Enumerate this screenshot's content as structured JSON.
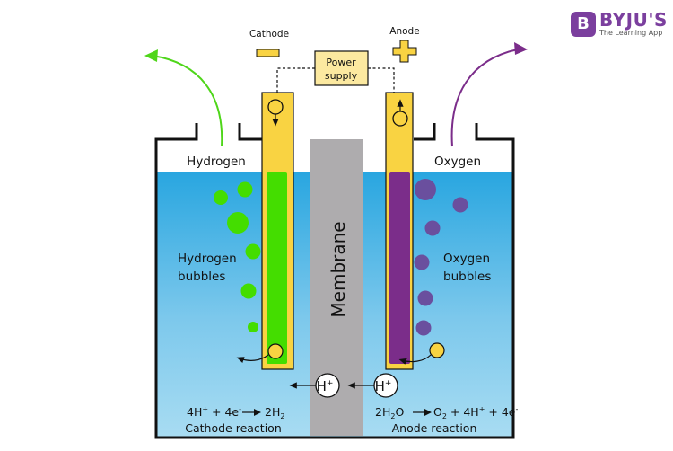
{
  "brand": {
    "mark": "B",
    "name": "BYJU'S",
    "tagline": "The Learning App",
    "color": "#7b3f9e"
  },
  "labels": {
    "cathode": "Cathode",
    "anode": "Anode",
    "power_supply_line1": "Power",
    "power_supply_line2": "supply",
    "hydrogen": "Hydrogen",
    "oxygen": "Oxygen",
    "hydrogen_bubbles_line1": "Hydrogen",
    "hydrogen_bubbles_line2": "bubbles",
    "oxygen_bubbles_line1": "Oxygen",
    "oxygen_bubbles_line2": "bubbles",
    "membrane": "Membrane",
    "proton": "H",
    "proton_charge": "+"
  },
  "reactions": {
    "cathode": {
      "equation_lhs": "4H",
      "lhs_sup": "+",
      "lhs_mid": " + 4e",
      "lhs_sup2": "-",
      "rhs": "2H",
      "rhs_sub": "2",
      "caption": "Cathode reaction"
    },
    "anode": {
      "lhs": "2H",
      "lhs_sub": "2",
      "lhs_end": "O",
      "rhs_a": "O",
      "rhs_a_sub": "2",
      "rhs_b": " + 4H",
      "rhs_b_sup": "+",
      "rhs_c": " + 4e",
      "rhs_c_sup": "-",
      "caption": "Anode reaction"
    }
  },
  "symbols": {
    "cathode_sign": "minus-sign",
    "anode_sign": "plus-sign"
  },
  "colors": {
    "electrode": "#f9d342",
    "power_box": "#fce9a0",
    "hydrogen": "#44dd00",
    "oxygen_fill": "#7b2d8a",
    "oxygen_bubble": "#6a4f9e",
    "membrane": "#aeacae",
    "water_top": "#29a6e0",
    "water_bottom": "#a8dcf2",
    "hydrogen_arrow": "#4fd61a",
    "oxygen_arrow": "#7b2d8a"
  }
}
